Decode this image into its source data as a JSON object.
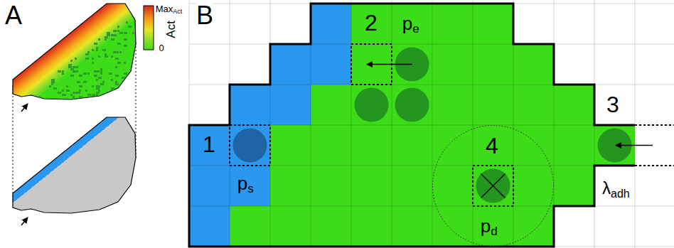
{
  "diagram": {
    "labels": [
      "A",
      "Max",
      "Act",
      "Act",
      "0",
      "B",
      "1",
      "p",
      "s",
      "2",
      "p",
      "e",
      "3",
      "λ",
      "adh",
      "4",
      "p",
      "d"
    ]
  }
}
